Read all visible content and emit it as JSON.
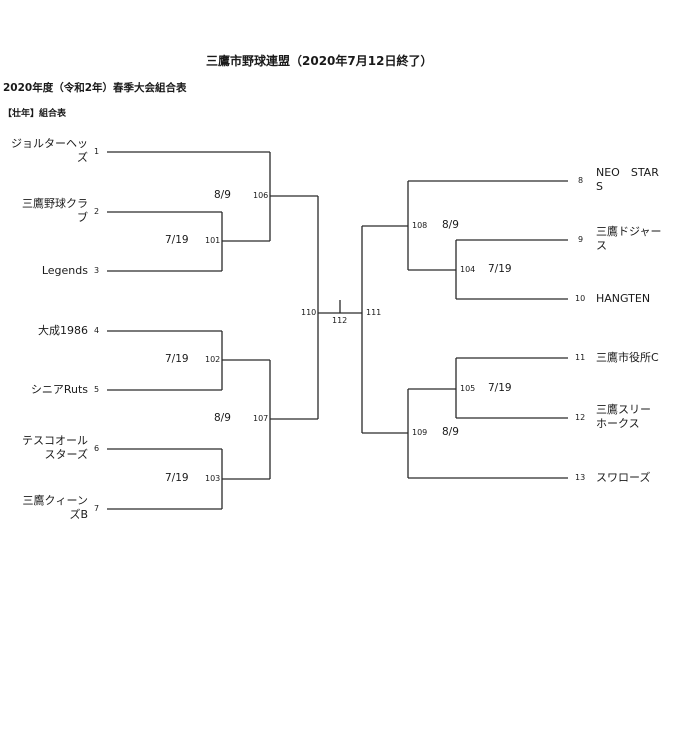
{
  "header": {
    "title": "三鷹市野球連盟（2020年7月12日終了）",
    "subtitle": "2020年度（令和2年）春季大会組合表",
    "section": "【壮年】組合表"
  },
  "teams": {
    "t1": {
      "seed": "1",
      "name_line1": "ジョルターヘッ",
      "name_line2": "ズ"
    },
    "t2": {
      "seed": "2",
      "name_line1": "三鷹野球クラ",
      "name_line2": "ブ"
    },
    "t3": {
      "seed": "3",
      "name_line1": "Legends",
      "name_line2": ""
    },
    "t4": {
      "seed": "4",
      "name_line1": "大成1986",
      "name_line2": ""
    },
    "t5": {
      "seed": "5",
      "name_line1": "シニアRuts",
      "name_line2": ""
    },
    "t6": {
      "seed": "6",
      "name_line1": "テスコオール",
      "name_line2": "スターズ"
    },
    "t7": {
      "seed": "7",
      "name_line1": "三鷹クィーン",
      "name_line2": "ズB"
    },
    "t8": {
      "seed": "8",
      "name_line1": "NEO　STAR",
      "name_line2": "S"
    },
    "t9": {
      "seed": "9",
      "name_line1": "三鷹ドジャー",
      "name_line2": "ス"
    },
    "t10": {
      "seed": "10",
      "name_line1": "HANGTEN",
      "name_line2": ""
    },
    "t11": {
      "seed": "11",
      "name_line1": "三鷹市役所C",
      "name_line2": ""
    },
    "t12": {
      "seed": "12",
      "name_line1": "三鷹スリー",
      "name_line2": "ホークス"
    },
    "t13": {
      "seed": "13",
      "name_line1": "スワローズ",
      "name_line2": ""
    }
  },
  "matches": {
    "m101": {
      "number": "101",
      "date": "7/19"
    },
    "m102": {
      "number": "102",
      "date": "7/19"
    },
    "m103": {
      "number": "103",
      "date": "7/19"
    },
    "m104": {
      "number": "104",
      "date": "7/19"
    },
    "m105": {
      "number": "105",
      "date": "7/19"
    },
    "m106": {
      "number": "106",
      "date": "8/9"
    },
    "m107": {
      "number": "107",
      "date": "8/9"
    },
    "m108": {
      "number": "108",
      "date": "8/9"
    },
    "m109": {
      "number": "109",
      "date": "8/9"
    },
    "m110": {
      "number": "110"
    },
    "m111": {
      "number": "111"
    },
    "m112": {
      "number": "112"
    }
  }
}
